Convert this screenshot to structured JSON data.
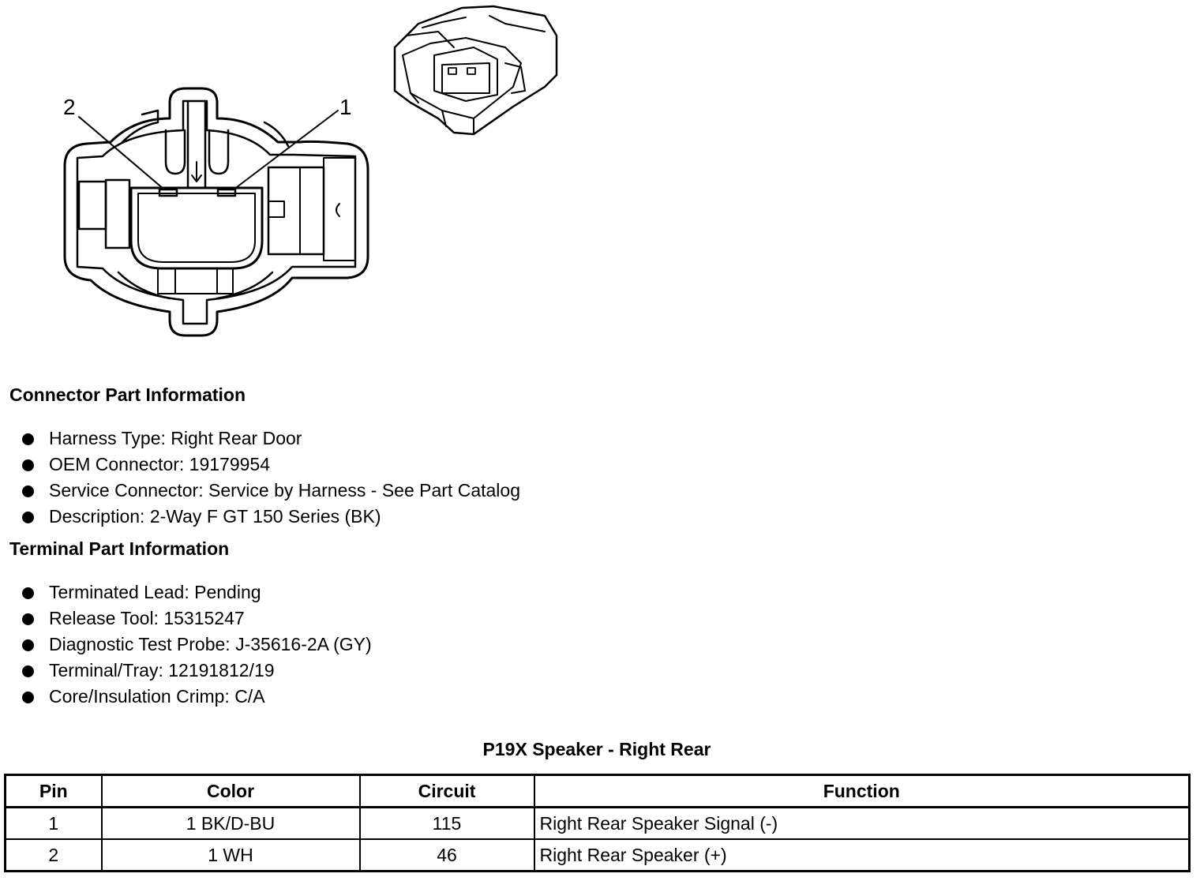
{
  "connector_view": {
    "pin_callouts": [
      "2",
      "1"
    ]
  },
  "connector_part_info": {
    "title": "Connector Part Information",
    "items": [
      "Harness Type: Right Rear Door",
      "OEM Connector: 19179954",
      "Service Connector: Service by Harness - See Part Catalog",
      "Description: 2-Way F GT 150 Series (BK)"
    ]
  },
  "terminal_part_info": {
    "title": "Terminal Part Information",
    "items": [
      "Terminated Lead: Pending",
      "Release Tool: 15315247",
      "Diagnostic Test Probe: J-35616-2A (GY)",
      "Terminal/Tray: 12191812/19",
      "Core/Insulation Crimp: C/A"
    ]
  },
  "pin_table": {
    "title": "P19X Speaker - Right Rear",
    "headers": [
      "Pin",
      "Color",
      "Circuit",
      "Function"
    ],
    "rows": [
      [
        "1",
        "1 BK/D-BU",
        "115",
        "Right Rear Speaker Signal (-)"
      ],
      [
        "2",
        "1 WH",
        "46",
        "Right Rear Speaker (+)"
      ]
    ]
  }
}
